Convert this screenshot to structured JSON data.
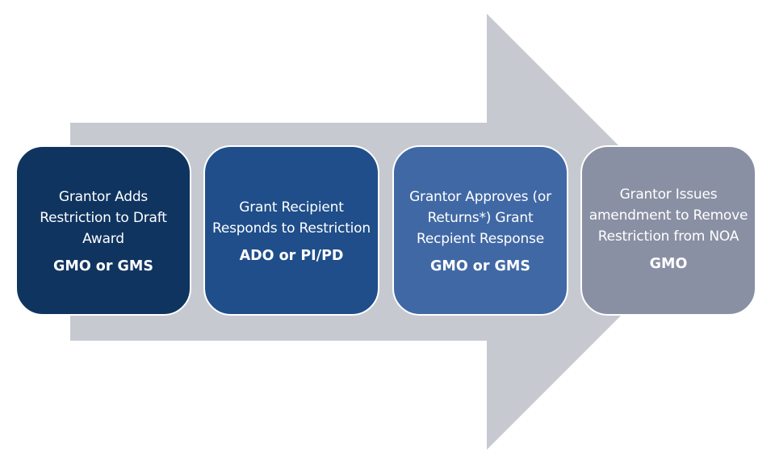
{
  "diagram": {
    "type": "process-arrow",
    "arrow_color": "#c6c9d0",
    "steps": [
      {
        "description": "Grantor Adds Restriction to Draft Award",
        "role": "GMO or GMS",
        "color": "#0f3460"
      },
      {
        "description": "Grant Recipient Responds to Restriction",
        "role": "ADO or PI/PD",
        "color": "#1f4e8a"
      },
      {
        "description": "Grantor Approves (or Returns*) Grant Recpient Response",
        "role": "GMO or GMS",
        "color": "#4068a5"
      },
      {
        "description": "Grantor Issues amendment to Remove Restriction from NOA",
        "role": "GMO",
        "color": "#8a90a3"
      }
    ]
  }
}
